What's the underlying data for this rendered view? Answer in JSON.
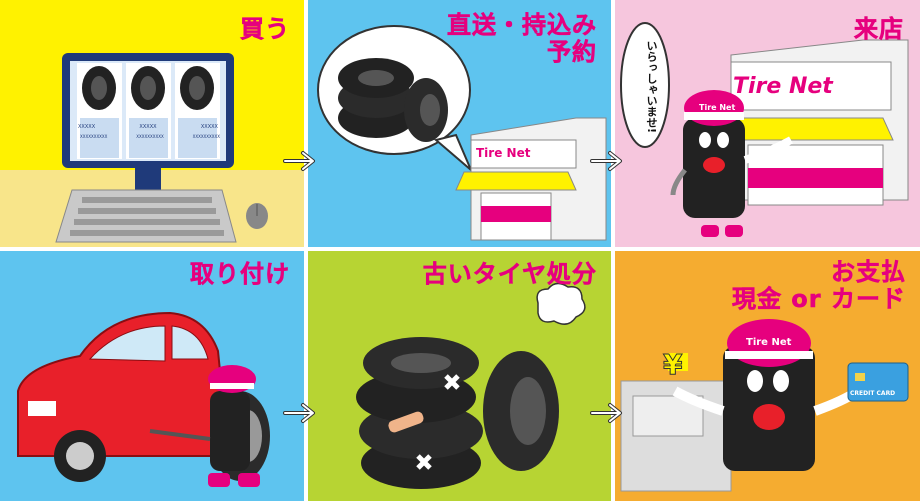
{
  "panels": [
    {
      "title": "買う"
    },
    {
      "title_line1": "直送・持込み",
      "title_line2": "予約"
    },
    {
      "title": "来店",
      "speech": "いらっしゃいませ!"
    },
    {
      "title": "取り付け"
    },
    {
      "title": "古いタイヤ処分"
    },
    {
      "title_line1": "お支払",
      "title_line2": "現金 or カード"
    }
  ],
  "brand": {
    "logo": "Tire Net"
  },
  "monitor": {
    "product_code": "XXXXX",
    "product_lines": "XXXXXXXXXX"
  },
  "card": {
    "label": "CREDIT CARD"
  },
  "yen": {
    "symbol": "¥"
  },
  "colors": {
    "magenta": "#e6007e",
    "yellow": "#fff200",
    "cyan": "#5ec4ef",
    "pink": "#f6c6dd",
    "lime": "#b7d433",
    "orange": "#f5ac30"
  }
}
